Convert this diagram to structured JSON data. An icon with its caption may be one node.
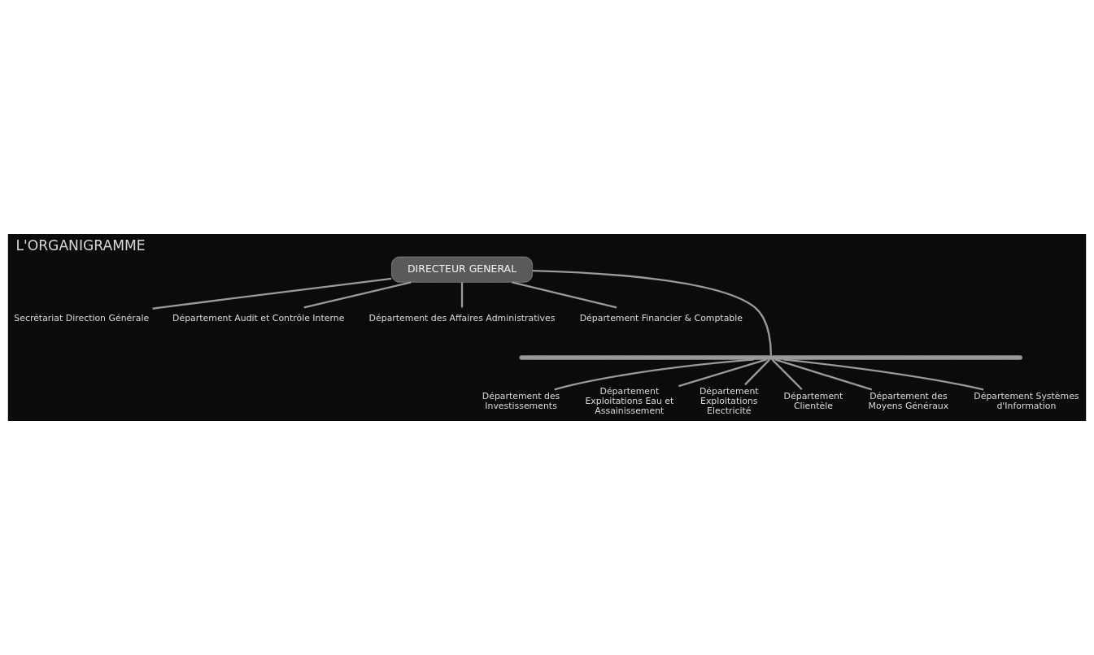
{
  "diagram": {
    "title": "L'ORGANIGRAMME",
    "nodes": [
      {
        "text": [
          "DIRECTEUR GENERAL"
        ]
      },
      {
        "text": [
          "Secrétariat Direction Générale"
        ]
      },
      {
        "text": [
          "Département des Affaires Administratives"
        ]
      },
      {
        "text": [
          "Département Audit et Contrôle Interne"
        ]
      },
      {
        "text": [
          "Département Financier & Comptable"
        ]
      },
      {
        "text": [],
        "shape": "bar"
      },
      {
        "text": [
          "Département des Investissements"
        ]
      },
      {
        "text": [
          "Département Exploitations Eau et Assainissement"
        ]
      },
      {
        "text": [
          "Département Exploitations Electricité"
        ]
      },
      {
        "text": [
          "Département Clientèle"
        ]
      },
      {
        "text": [
          "Département des Moyens Généraux"
        ]
      },
      {
        "text": [
          "Département Systèmes d'Information"
        ]
      }
    ],
    "edges": [
      {
        "from": 0,
        "to": 1,
        "arrow": "none"
      },
      {
        "from": 0,
        "to": 2,
        "arrow": "none"
      },
      {
        "from": 0,
        "to": 3,
        "arrow": "none"
      },
      {
        "from": 0,
        "to": 4,
        "arrow": "none"
      },
      {
        "from": 0,
        "to": 5,
        "arrow": "none"
      },
      {
        "from": 5,
        "to": 6,
        "arrow": "none"
      },
      {
        "from": 5,
        "to": 7,
        "arrow": "none"
      },
      {
        "from": 5,
        "to": 8,
        "arrow": "none"
      },
      {
        "from": 5,
        "to": 9,
        "arrow": "none"
      },
      {
        "from": 5,
        "to": 10,
        "arrow": "none"
      },
      {
        "from": 5,
        "to": 11,
        "arrow": "none"
      }
    ]
  }
}
